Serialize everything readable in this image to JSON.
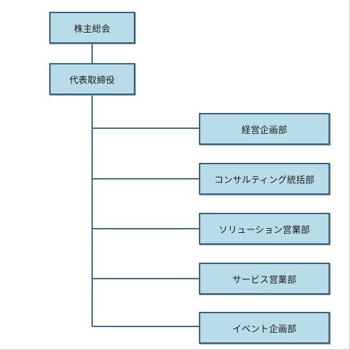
{
  "org_chart": {
    "top": "株主総会",
    "second": "代表取締役",
    "departments": [
      "経営企画部",
      "コンサルティング統括部",
      "ソリューション営業部",
      "サービス営業部",
      "イベント企画部"
    ]
  },
  "colors": {
    "box_fill": "#b8dde8",
    "box_border": "#3b5f7f",
    "connector": "#3f6a8e"
  }
}
